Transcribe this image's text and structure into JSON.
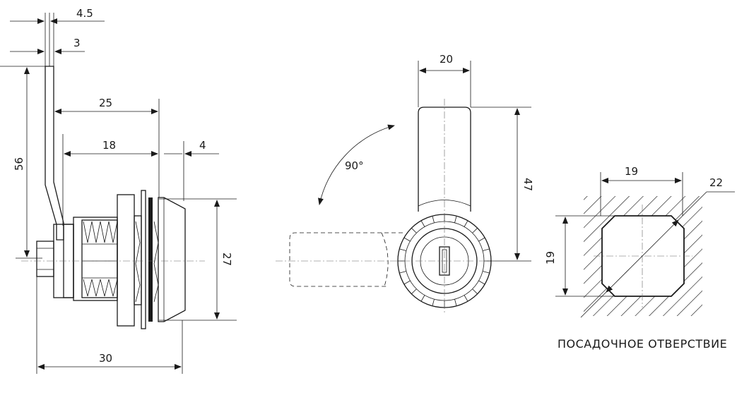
{
  "side_view": {
    "dim_top_4_5": "4.5",
    "dim_3": "3",
    "dim_25": "25",
    "dim_18": "18",
    "dim_4": "4",
    "dim_56": "56",
    "dim_27": "27",
    "dim_30": "30"
  },
  "front_view": {
    "dim_20": "20",
    "dim_47": "47",
    "angle": "90°"
  },
  "hole_view": {
    "dim_19_h": "19",
    "dim_19_v": "19",
    "dim_22": "22",
    "caption": "ПОСАДОЧНОЕ ОТВЕРСТВИЕ"
  }
}
